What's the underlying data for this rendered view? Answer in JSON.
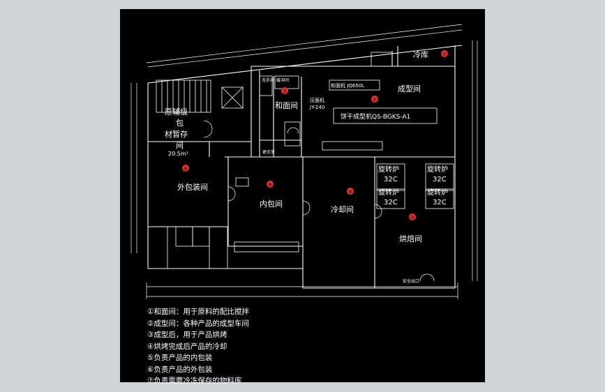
{
  "colors": {
    "background": "#000000",
    "line": "#ffffff",
    "marker": "#e53030",
    "border": "#cfd4d8"
  },
  "rooms": {
    "mix_room": "和面间",
    "forming_room": "成型间",
    "cold_store": "冷库",
    "raw_store_line1": "原辅级",
    "raw_store_line2": "包",
    "raw_store_line3": "材暂存",
    "raw_store_line4": "间",
    "raw_store_area": "20.5m²",
    "outer_pack": "外包装间",
    "inner_pack": "内包间",
    "cooling": "冷却间",
    "baking": "烘焙间",
    "oven_label": "旋转炉",
    "oven_model": "32C"
  },
  "markers": [
    "①",
    "②",
    "③",
    "④",
    "⑤",
    "⑥",
    "⑦"
  ],
  "equipment": {
    "mixer": "和面机 JQ650L",
    "kneader_line1": "压面机",
    "kneader_line2": "JY-240",
    "forming_machine": "饼干成型机QS-BGKS-A1"
  },
  "small_labels": {
    "wash": "洗手间",
    "change": "更衣室",
    "buffer": "缓冲间",
    "door": "安全出口"
  },
  "legend": [
    "①和面间：用于原料的配比搅拌",
    "②成型间：各种产品的成型车间",
    "③成型后，用于产品烘烤",
    "④烘烤完成后产品的冷却",
    "⑤负责产品的内包装",
    "⑥负责产品的外包装",
    "⑦负责需要冷冻保存的物料库"
  ]
}
